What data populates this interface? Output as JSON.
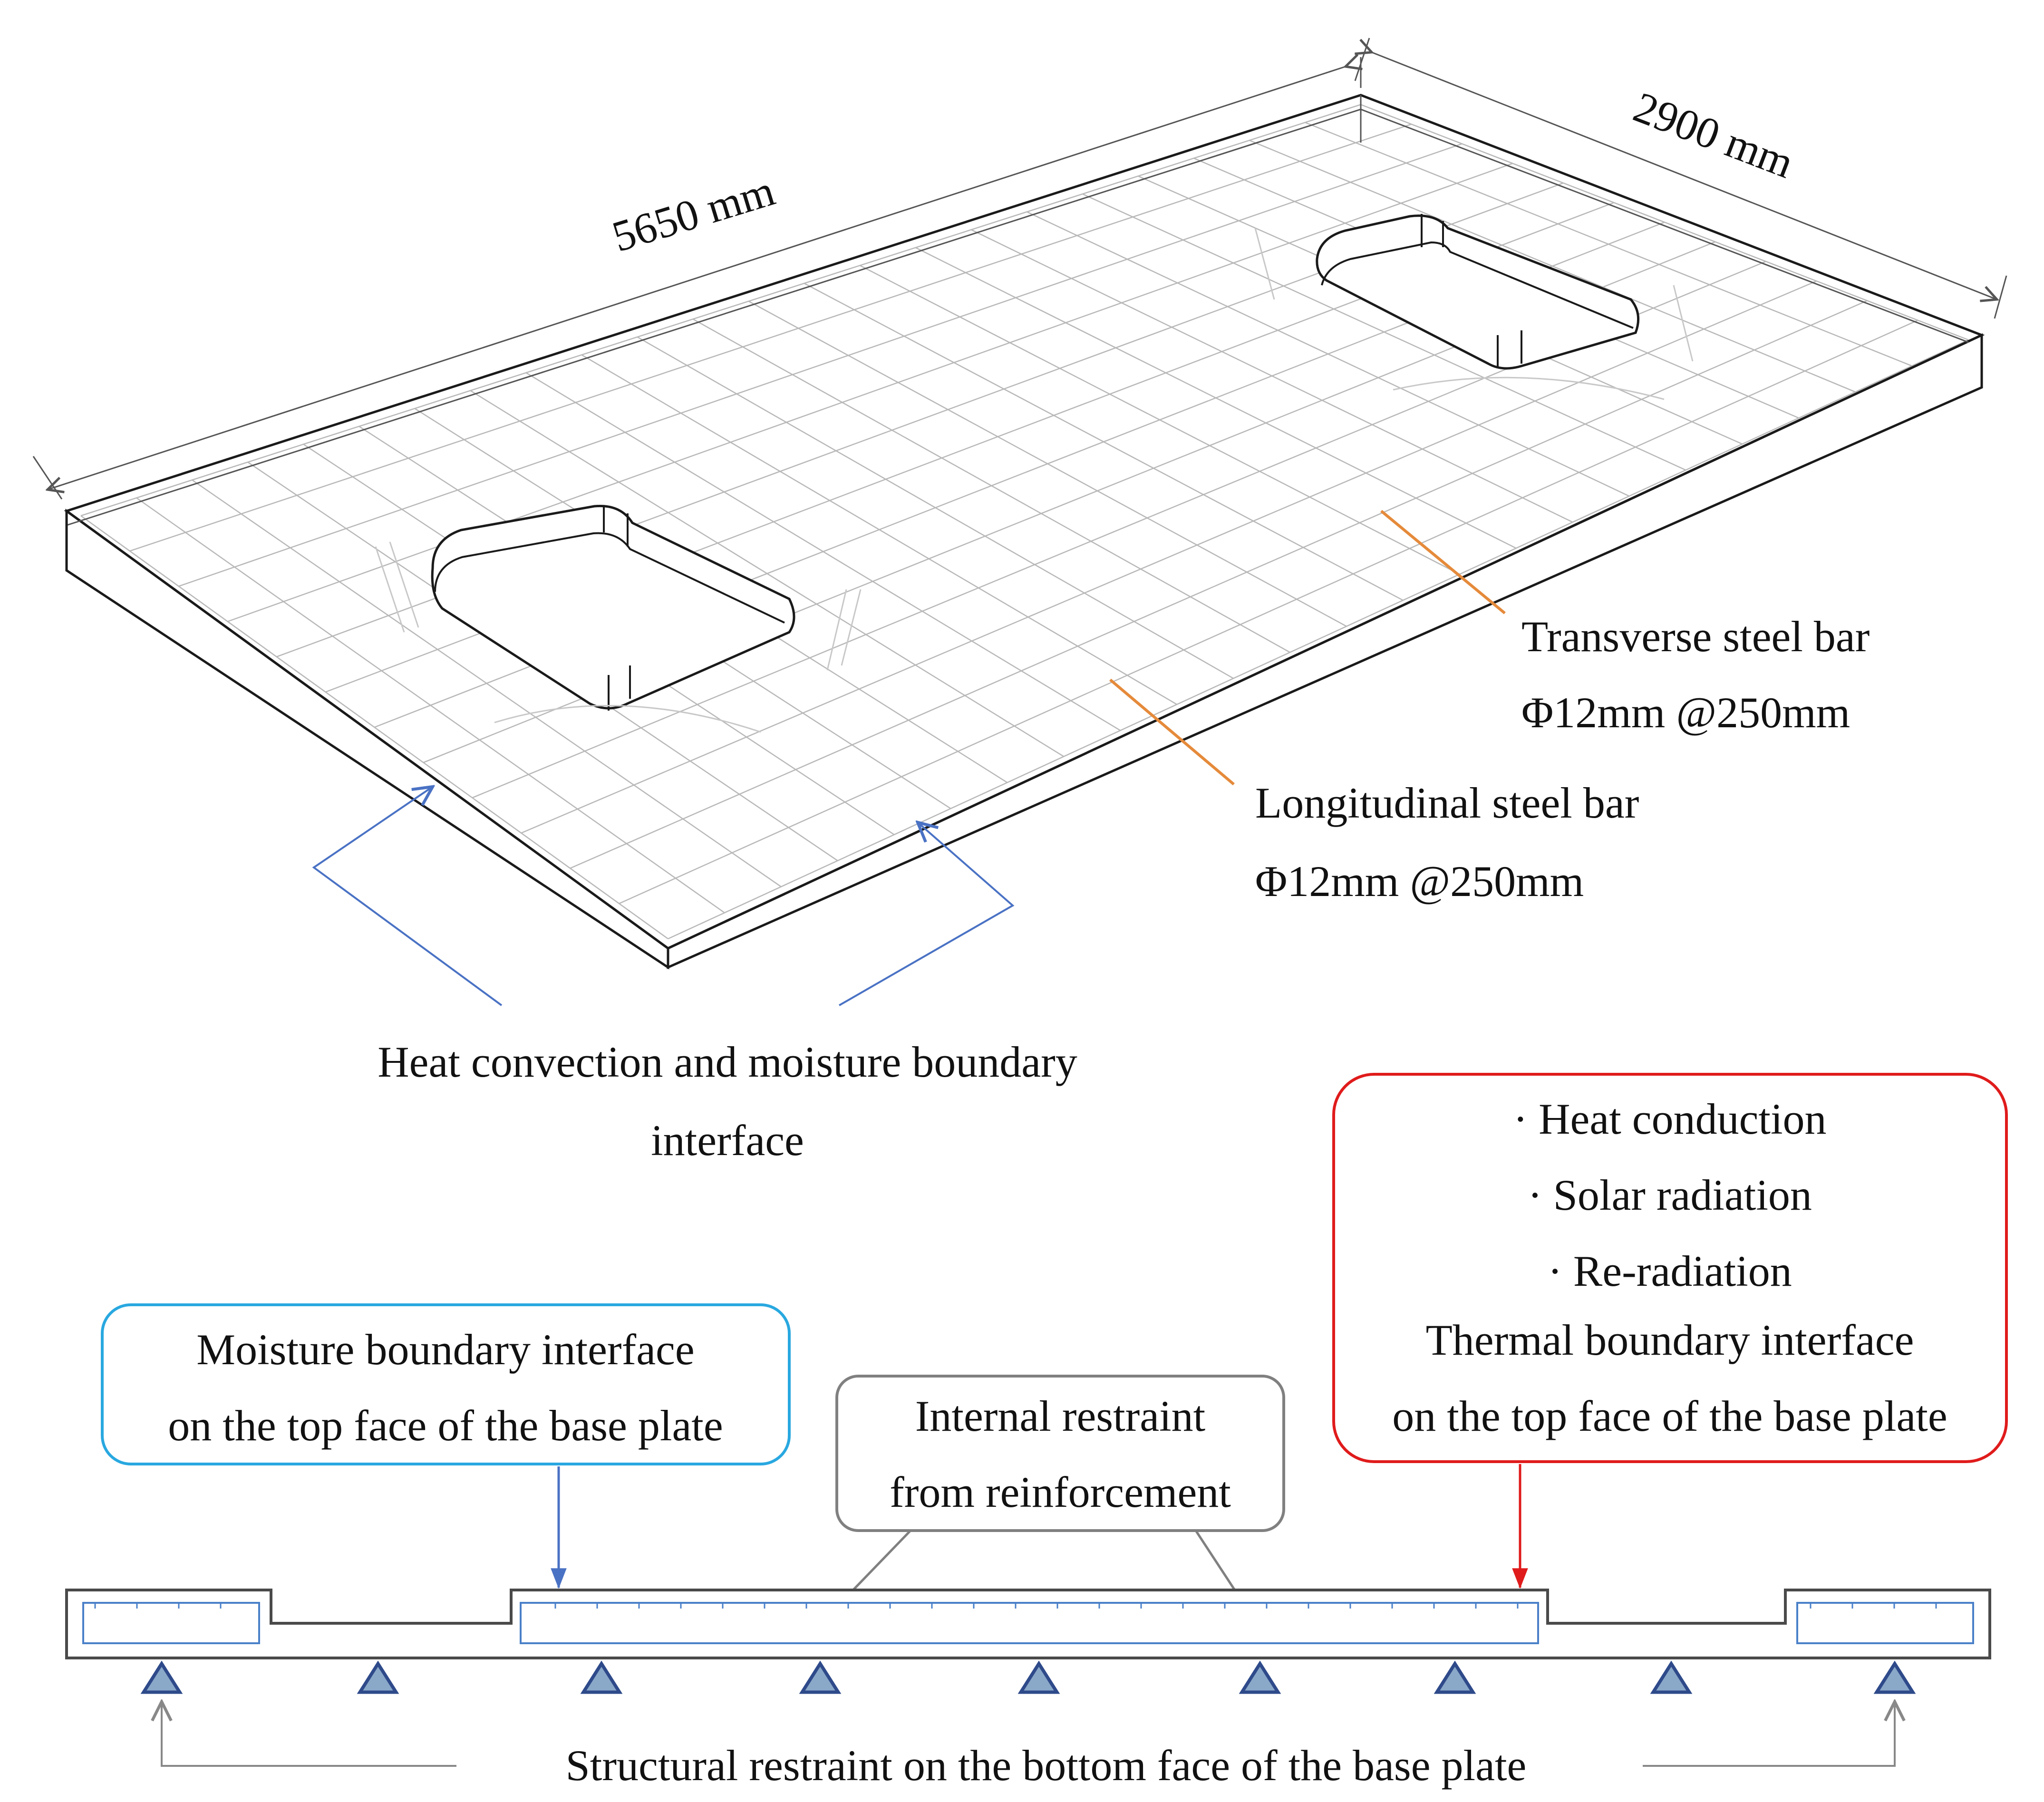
{
  "dimensions": {
    "length": "5650 mm",
    "width": "2900 mm"
  },
  "labels": {
    "transverse_bar": [
      "Transverse steel bar",
      "Φ12mm @250mm"
    ],
    "longitudinal_bar": [
      "Longitudinal steel bar",
      "Φ12mm @250mm"
    ],
    "heat_convection": [
      "Heat convection and moisture boundary",
      "interface"
    ],
    "thermal_box": [
      "· Heat conduction",
      "· Solar radiation",
      "· Re-radiation",
      "Thermal boundary interface",
      "on the top face of the base plate"
    ],
    "moisture_box": [
      "Moisture boundary interface",
      "on the top face of the base plate"
    ],
    "internal_restraint": [
      "Internal restraint",
      "from reinforcement"
    ],
    "structural_restraint": "Structural restraint on the bottom face of the base plate"
  },
  "colors": {
    "outline": "#1a1a1a",
    "grid": "#b8b8b8",
    "leader_orange": "#e58a3a",
    "arrow_blue": "#4a72c4",
    "moisture_box": "#29a8e0",
    "thermal_box": "#e01b1b",
    "restraint_box": "#808080",
    "support": "#2e4a8a",
    "section_inner": "#4a80c8"
  }
}
